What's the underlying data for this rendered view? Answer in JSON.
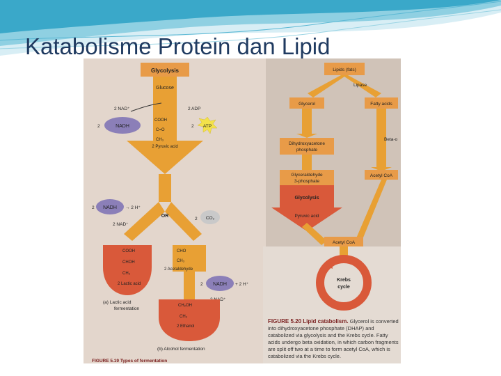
{
  "slide": {
    "title": "Katabolisme Protein dan Lipid"
  },
  "colors": {
    "title": "#1f3a60",
    "arrow_orange": "#e8a034",
    "box_orange": "#e89b48",
    "chamber_red": "#d9593a",
    "nadh_purple": "#8b7fb8",
    "atp_yellow": "#f3e24a",
    "co2_gray": "#c9c9c9",
    "figure_bg": "#d9ccc2"
  },
  "fermentation": {
    "glycolysis": "Glycolysis",
    "glucose": "Glucose",
    "nad_left": "2 NAD⁺",
    "adp": "2 ADP",
    "nadh_coef_left": "2",
    "nadh_left": "NADH",
    "atp_coef": "2",
    "atp": "ATP",
    "cooh": "COOH",
    "co": "C=O",
    "ch3": "CH₃",
    "pyruvic": "2 Pyruvic acid",
    "nadh2_coef": "2",
    "nadh2": "NADH",
    "two_h": "→ 2 H⁺",
    "nad2": "2 NAD⁺",
    "or": "OR",
    "co2_coef": "2",
    "co2": "CO₂",
    "lactic_cooh": "COOH",
    "lactic_choh": "CHOH",
    "lactic_ch3": "CH₃",
    "lactic": "2 Lactic acid",
    "aa_cho": "CHO",
    "aa_ch3": "CH₃",
    "acetaldehyde": "2 Acetaldehyde",
    "nadh3_coef": "2",
    "nadh3": "NADH",
    "two_h2": "+ 2 H⁺",
    "nad3": "2 NAD⁺",
    "et_ch2oh": "CH₂OH",
    "et_ch3": "CH₃",
    "ethanol": "2 Ethanol",
    "label_a1": "(a)  Lactic acid",
    "label_a2": "fermentation",
    "label_b": "(b)  Alcohol fermentation",
    "bottom_fig": "FIGURE 5.19  Types of fermentation"
  },
  "lipid": {
    "lipids": "Lipids (fats)",
    "lipase": "Lipase",
    "glycerol": "Glycerol",
    "fatty_acids": "Fatty acids",
    "dhap1": "Dihydroxyacetone",
    "dhap2": "phosphate",
    "beta": "Beta-o",
    "g3p1": "Glyceraldehyde",
    "g3p2": "3-phosphate",
    "acetyl_coa_right": "Acetyl CoA",
    "glycolysis": "Glycolysis",
    "pyruvic": "Pyruvic acid",
    "acetyl_coa": "Acetyl CoA",
    "krebs1": "Krebs",
    "krebs2": "cycle"
  },
  "caption": {
    "label": "FIGURE 5.20  Lipid catabolism.",
    "text": "Glycerol is converted into dihydroxyacetone phosphate (DHAP) and catabolized via glycolysis and the Krebs cycle. Fatty acids undergo beta oxidation, in which carbon fragments are split off two at a time to form acetyl CoA, which is catabolized via the Krebs cycle."
  }
}
